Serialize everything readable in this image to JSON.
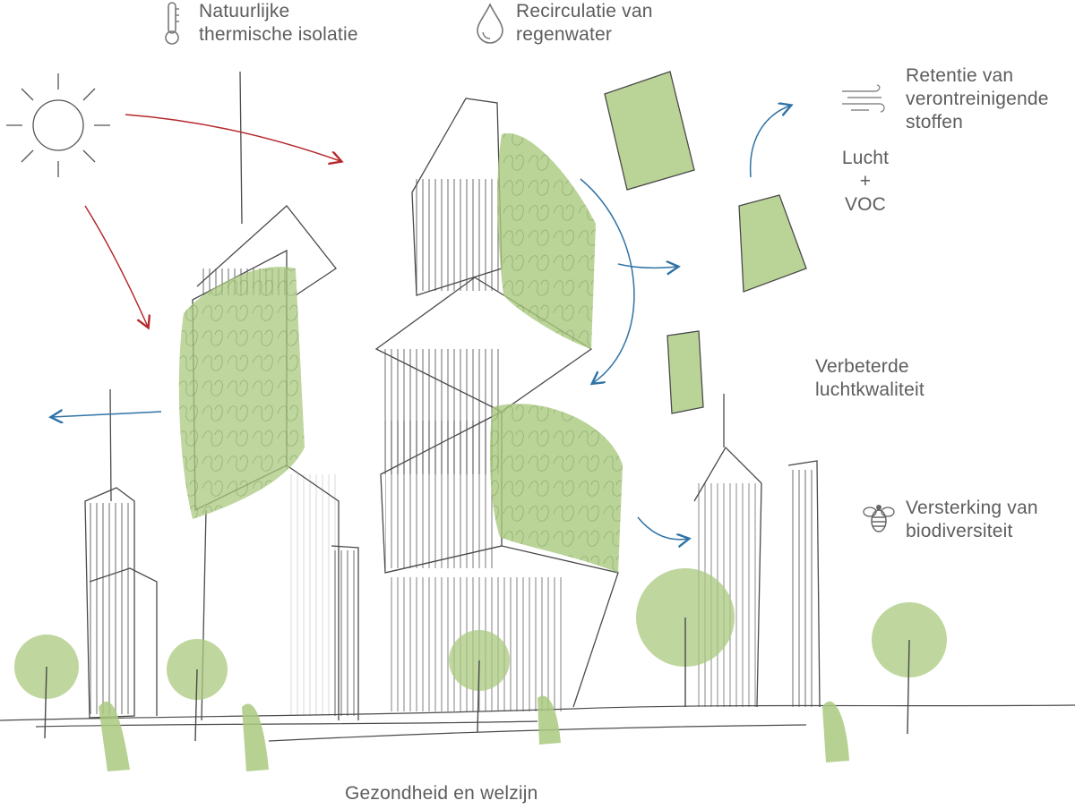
{
  "labels": {
    "insulation": [
      "Natuurlijke",
      "thermische isolatie"
    ],
    "rainwater": [
      "Recirculatie van",
      "regenwater"
    ],
    "retention": [
      "Retentie van",
      "verontreinigende",
      "stoffen"
    ],
    "air_voc": [
      "Lucht",
      "+",
      "VOC"
    ],
    "air_quality": [
      "Verbeterde",
      "luchtkwaliteit"
    ],
    "biodiversity": [
      "Versterking van",
      "biodiversiteit"
    ],
    "health": "Gezondheid en welzijn"
  },
  "icons": {
    "insulation": "thermometer-icon",
    "rainwater": "water-drop-icon",
    "retention": "wind-icon",
    "biodiversity": "bee-icon",
    "sun": "sun-icon"
  },
  "colors": {
    "sun_arrows": "#b5292e",
    "air_arrows": "#2f73a6",
    "greenery": "#a9c97e",
    "sketch": "#4a4a4a",
    "text": "#5d5d5d"
  }
}
